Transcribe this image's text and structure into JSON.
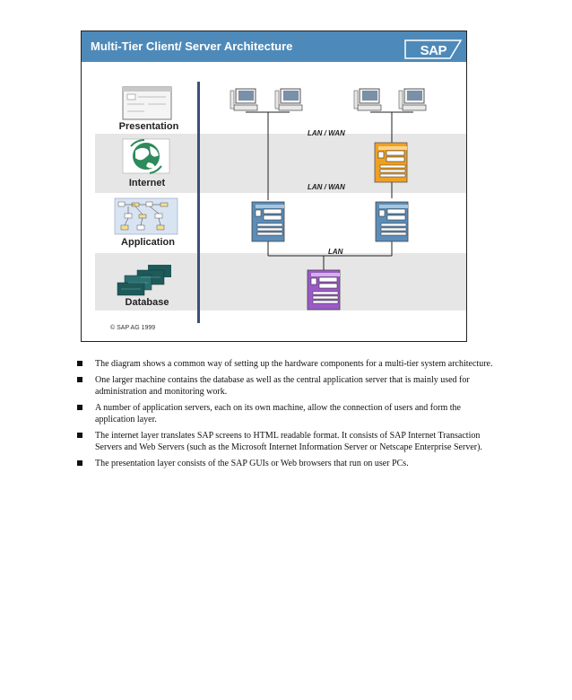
{
  "slide": {
    "title": "Multi-Tier Client/ Server Architecture",
    "logo_text": "SAP",
    "copyright": "© SAP AG 1999",
    "colors": {
      "title_bar": "#4e8ab9",
      "band": "#e6e6e6",
      "divider": "#3c4f7c",
      "server_blue": "#5b8db8",
      "server_orange": "#f0a020",
      "server_purple": "#9b59c7"
    }
  },
  "layers": [
    {
      "label": "Presentation",
      "icon": "window-icon"
    },
    {
      "label": "Internet",
      "icon": "globe-icon"
    },
    {
      "label": "Application",
      "icon": "process-diagram-icon"
    },
    {
      "label": "Database",
      "icon": "database-stack-icon"
    }
  ],
  "network_labels": {
    "wan_top": "LAN / WAN",
    "wan_mid": "LAN / WAN",
    "lan": "LAN"
  },
  "bullets": [
    "The diagram shows a common way of setting up the hardware components for a multi-tier system architecture.",
    "One larger machine contains the database as well as the central application server that is mainly used for administration and monitoring work.",
    "A number of application servers, each on its own machine, allow the connection of users and form the application layer.",
    "The internet layer translates SAP screens to HTML readable format. It consists of SAP Internet Transaction Servers and Web Servers (such as the Microsoft Internet Information Server or Netscape Enterprise Server).",
    "The presentation layer consists of the SAP GUIs or Web browsers that run on user PCs."
  ]
}
